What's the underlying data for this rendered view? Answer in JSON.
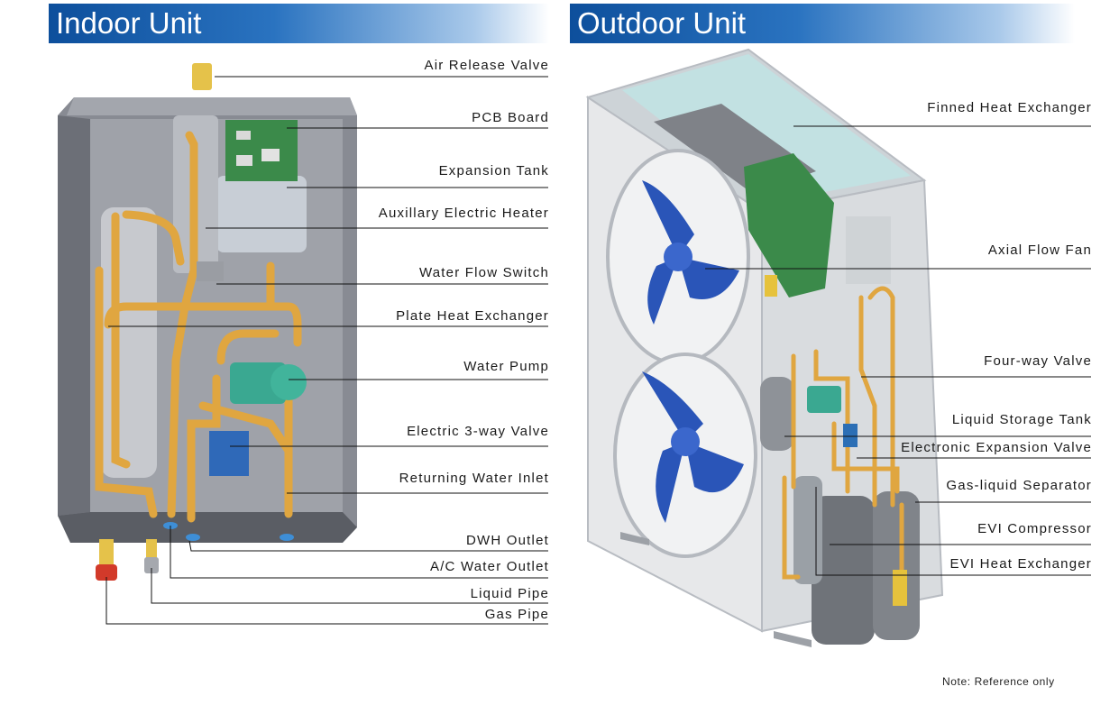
{
  "indoor": {
    "title": "Indoor Unit",
    "labels": {
      "air_release_valve": "Air Release Valve",
      "pcb_board": "PCB Board",
      "expansion_tank": "Expansion Tank",
      "auxiliary_heater": "Auxillary Electric Heater",
      "water_flow_switch": "Water Flow Switch",
      "plate_heat_exchanger": "Plate Heat Exchanger",
      "water_pump": "Water Pump",
      "three_way_valve": "Electric 3-way Valve",
      "returning_water_inlet": "Returning Water Inlet",
      "dwh_outlet": "DWH Outlet",
      "ac_water_outlet": "A/C Water Outlet",
      "liquid_pipe": "Liquid Pipe",
      "gas_pipe": "Gas Pipe"
    }
  },
  "outdoor": {
    "title": "Outdoor Unit",
    "labels": {
      "finned_heat_exchanger": "Finned Heat Exchanger",
      "axial_flow_fan": "Axial Flow Fan",
      "four_way_valve": "Four-way Valve",
      "liquid_storage_tank": "Liquid  Storage Tank",
      "electronic_expansion_valve": "Electronic Expansion Valve",
      "gas_liquid_separator": "Gas-liquid Separator",
      "evi_compressor": "EVI Compressor",
      "evi_heat_exchanger": "EVI Heat Exchanger"
    }
  },
  "note": "Note: Reference only",
  "colors": {
    "banner": "#0d4f9c",
    "pipe": "#e0a640",
    "pump": "#3aa891",
    "fan": "#2a55b8",
    "casing": "#7d8088",
    "pcb": "#3b8a4a"
  }
}
